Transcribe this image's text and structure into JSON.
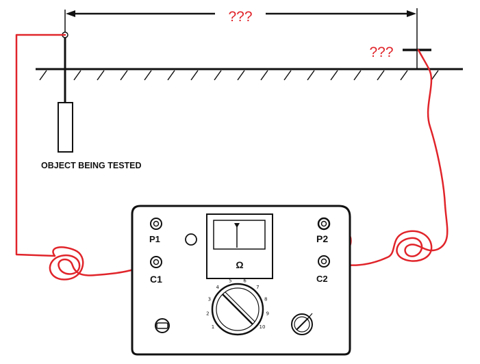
{
  "labels": {
    "distance": "???",
    "remote_electrode": "???",
    "object": "OBJECT BEING TESTED",
    "meter_unit": "Ω"
  },
  "terminals": {
    "p1": "P1",
    "c1": "C1",
    "p2": "P2",
    "c2": "C2"
  },
  "dial_numbers": [
    "1",
    "2",
    "3",
    "4",
    "5",
    "6",
    "7",
    "8",
    "9",
    "10"
  ],
  "colors": {
    "wire": "#e0242a",
    "ink": "#111111",
    "background": "#ffffff"
  }
}
